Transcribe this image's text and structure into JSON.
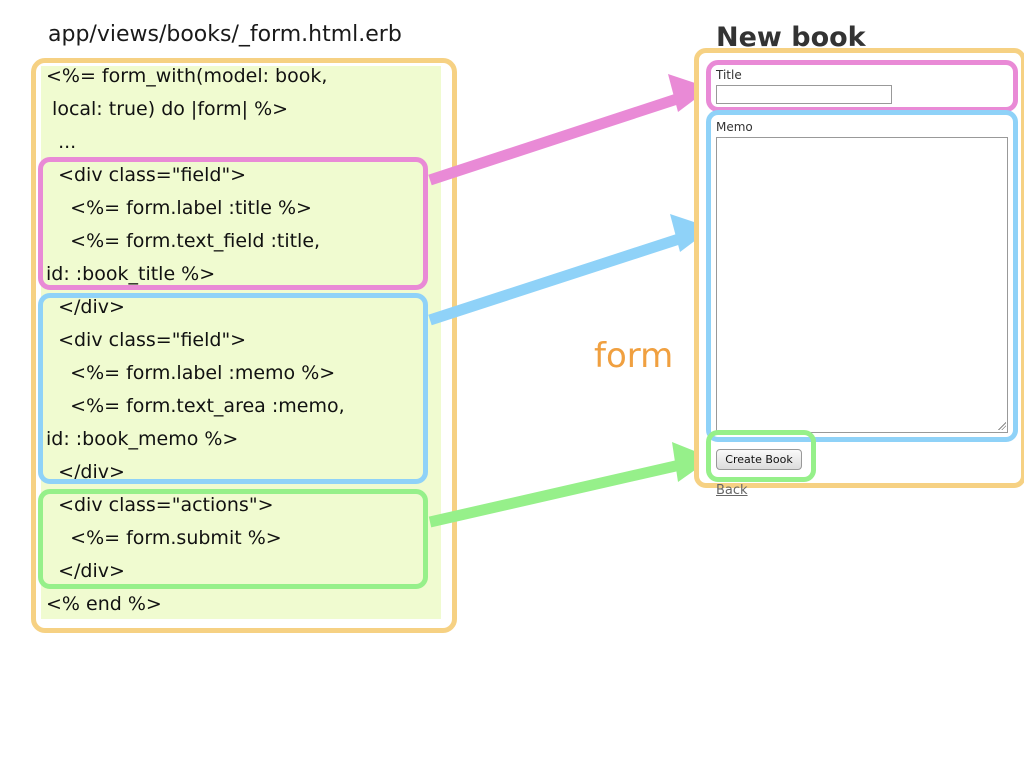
{
  "code_panel": {
    "filename": "app/views/books/_form.html.erb",
    "lines": [
      "<%= form_with(model: book,",
      " local: true) do |form| %>",
      "  ...",
      "  <div class=\"field\">",
      "    <%= form.label :title %>",
      "    <%= form.text_field :title,",
      "id: :book_title %>",
      "  </div>",
      "  <div class=\"field\">",
      "    <%= form.label :memo %>",
      "    <%= form.text_area :memo,",
      "id: :book_memo %>",
      "  </div>",
      "  <div class=\"actions\">",
      "    <%= form.submit %>",
      "  </div>",
      "<% end %>"
    ]
  },
  "annotation": {
    "form_label": "form"
  },
  "rendered_page": {
    "title": "New book",
    "fields": {
      "title_label": "Title",
      "title_value": "",
      "memo_label": "Memo",
      "memo_value": ""
    },
    "submit_label": "Create Book",
    "back_link": "Back"
  },
  "colors": {
    "form_outline": "#f6d183",
    "title_field_highlight": "#e98ad6",
    "memo_field_highlight": "#8fd2f8",
    "actions_highlight": "#96f08a",
    "code_background": "#f0fbd0",
    "form_label": "#f0a040"
  }
}
